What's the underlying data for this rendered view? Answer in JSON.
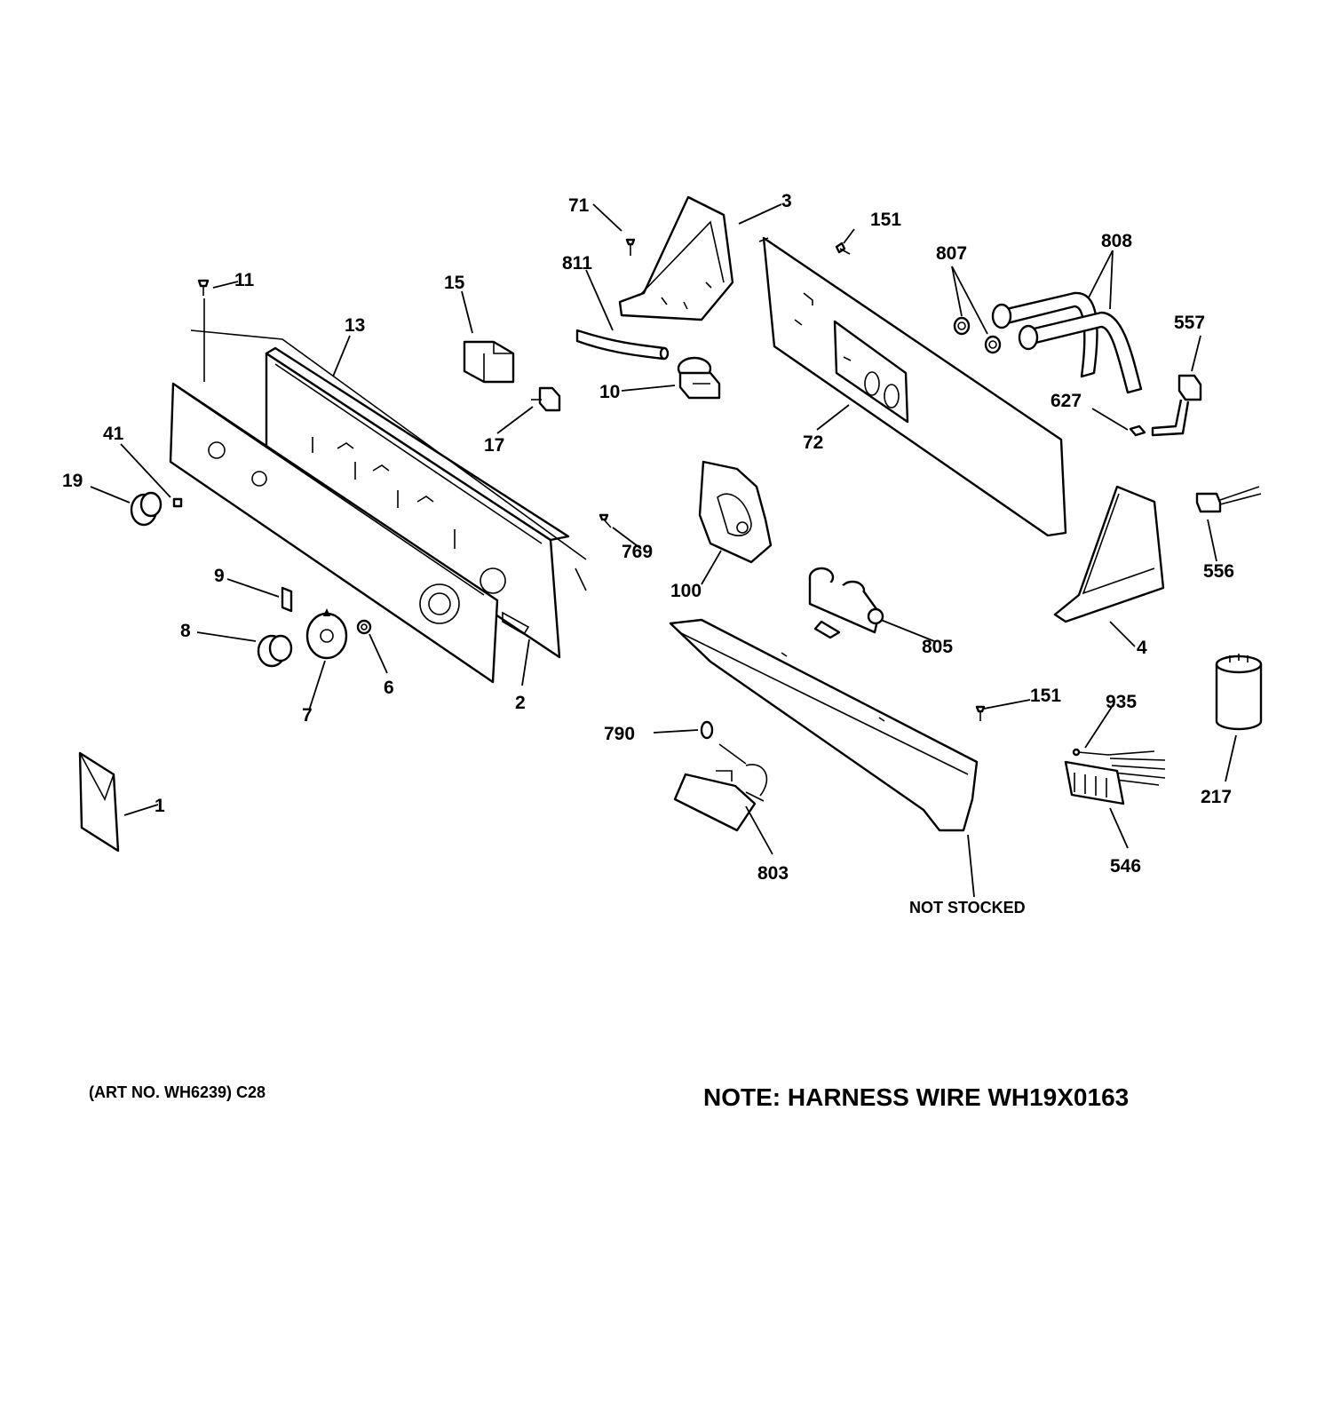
{
  "diagram": {
    "callouts": [
      "1",
      "2",
      "3",
      "4",
      "6",
      "7",
      "8",
      "9",
      "10",
      "11",
      "13",
      "15",
      "17",
      "19",
      "41",
      "71",
      "72",
      "100",
      "151",
      "151",
      "217",
      "546",
      "556",
      "557",
      "627",
      "769",
      "790",
      "803",
      "805",
      "807",
      "808",
      "811",
      "935"
    ],
    "not_stocked": "NOT STOCKED",
    "art_number": "(ART NO. WH6239) C28",
    "note": "NOTE: HARNESS WIRE WH19X0163"
  }
}
